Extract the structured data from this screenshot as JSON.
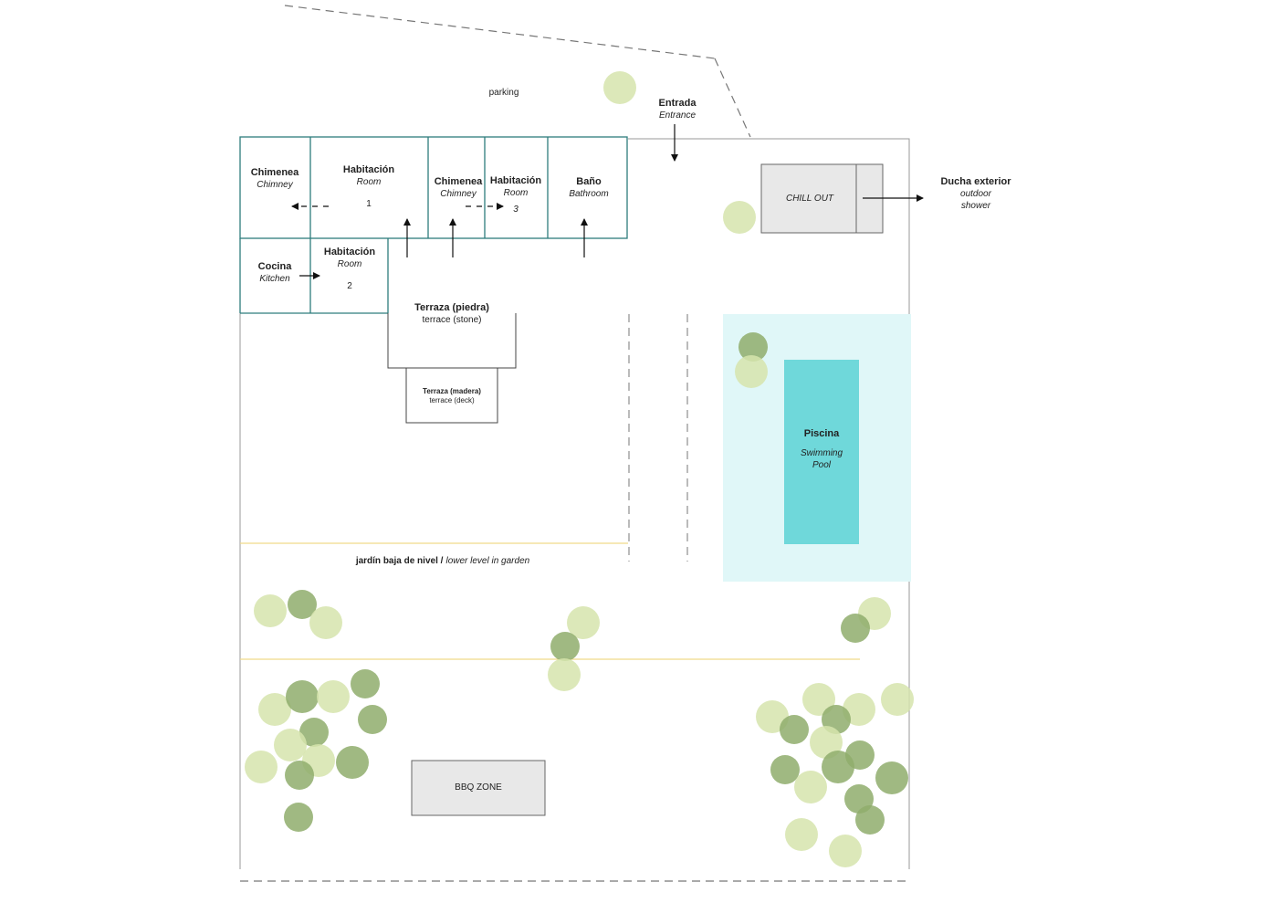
{
  "labels": {
    "parking": "parking",
    "entrance": {
      "es": "Entrada",
      "en": "Entrance"
    },
    "chimney_left": {
      "es": "Chimenea",
      "en": "Chimney"
    },
    "room1": {
      "es": "Habitación",
      "en": "Room",
      "num": "1"
    },
    "chimney_mid": {
      "es": "Chimenea",
      "en": "Chimney"
    },
    "room3": {
      "es": "Habitación",
      "en": "Room",
      "num": "3"
    },
    "bathroom": {
      "es": "Baño",
      "en": "Bathroom"
    },
    "kitchen": {
      "es": "Cocina",
      "en": "Kitchen"
    },
    "room2": {
      "es": "Habitación",
      "en": "Room",
      "num": "2"
    },
    "terrace_stone": {
      "es": "Terraza (piedra)",
      "en": "terrace (stone)"
    },
    "terrace_deck": {
      "es": "Terraza (madera)",
      "en": "terrace (deck)"
    },
    "chill_out": "CHILL OUT",
    "outdoor_shower": {
      "es": "Ducha exterior",
      "en1": "outdoor",
      "en2": "shower"
    },
    "pool": {
      "es": "Piscina",
      "en1": "Swimming",
      "en2": "Pool"
    },
    "garden": {
      "es": "jardín baja de nivel /",
      "en": "lower level in garden"
    },
    "bbq": "BBQ ZONE"
  },
  "colors": {
    "wall": "#2e7d7d",
    "boundary": "#999999",
    "pool_zone": "#e0f7f8",
    "pool": "#6fd8da",
    "level_line": "#f0d98a",
    "tree_light": "#d6e4ad",
    "tree_mid": "#b4cc8a",
    "tree_dark": "#8fad6c",
    "box_fill": "#e8e8e8"
  }
}
